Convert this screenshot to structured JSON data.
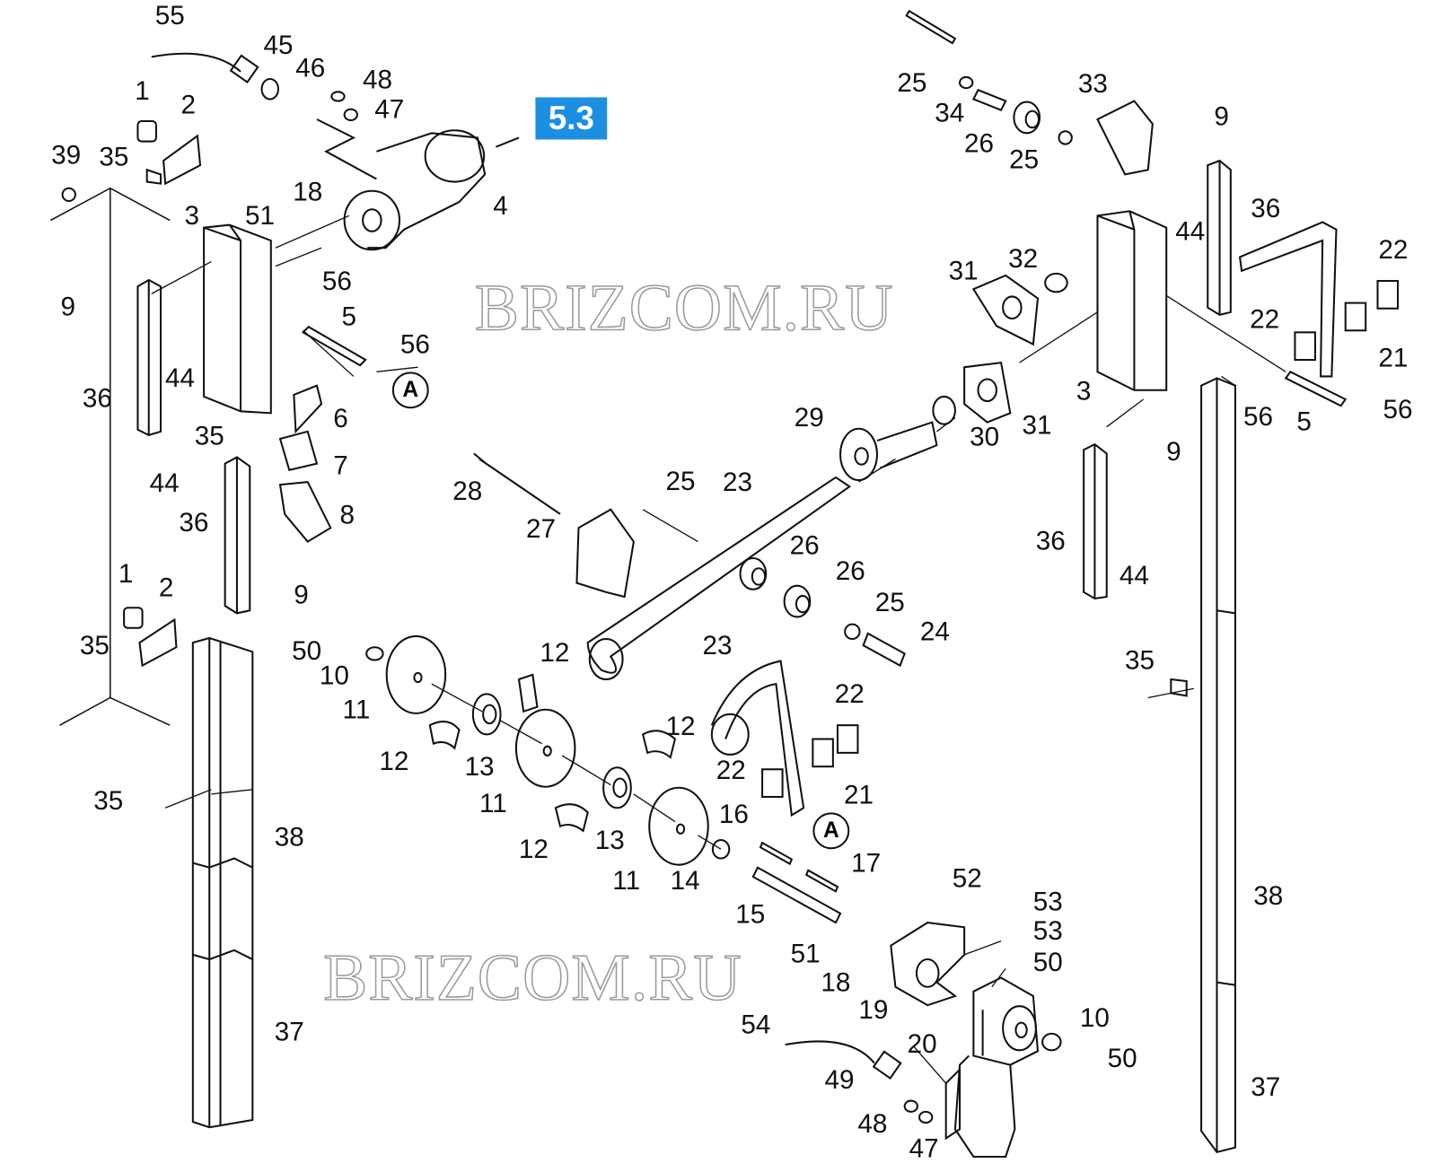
{
  "diagram": {
    "section_badge": "5.3",
    "reference_marker": "A",
    "watermark": "BRIZCOM.RU",
    "badge_color": "#1c8fe3",
    "callouts": [
      "55",
      "45",
      "46",
      "48",
      "47",
      "1",
      "2",
      "39",
      "35",
      "4",
      "3",
      "51",
      "18",
      "56",
      "5",
      "56",
      "9",
      "36",
      "44",
      "35",
      "6",
      "7",
      "44",
      "36",
      "8",
      "1",
      "2",
      "9",
      "35",
      "50",
      "10",
      "11",
      "12",
      "12",
      "13",
      "11",
      "12",
      "12",
      "13",
      "11",
      "14",
      "35",
      "38",
      "37",
      "28",
      "27",
      "25",
      "23",
      "26",
      "26",
      "25",
      "24",
      "23",
      "22",
      "22",
      "21",
      "16",
      "17",
      "15",
      "52",
      "53",
      "53",
      "50",
      "51",
      "18",
      "19",
      "54",
      "20",
      "10",
      "50",
      "49",
      "48",
      "47",
      "29",
      "30",
      "31",
      "31",
      "32",
      "25",
      "34",
      "26",
      "25",
      "33",
      "9",
      "36",
      "44",
      "22",
      "22",
      "21",
      "3",
      "56",
      "5",
      "56",
      "9",
      "36",
      "44",
      "35",
      "38",
      "37"
    ]
  }
}
